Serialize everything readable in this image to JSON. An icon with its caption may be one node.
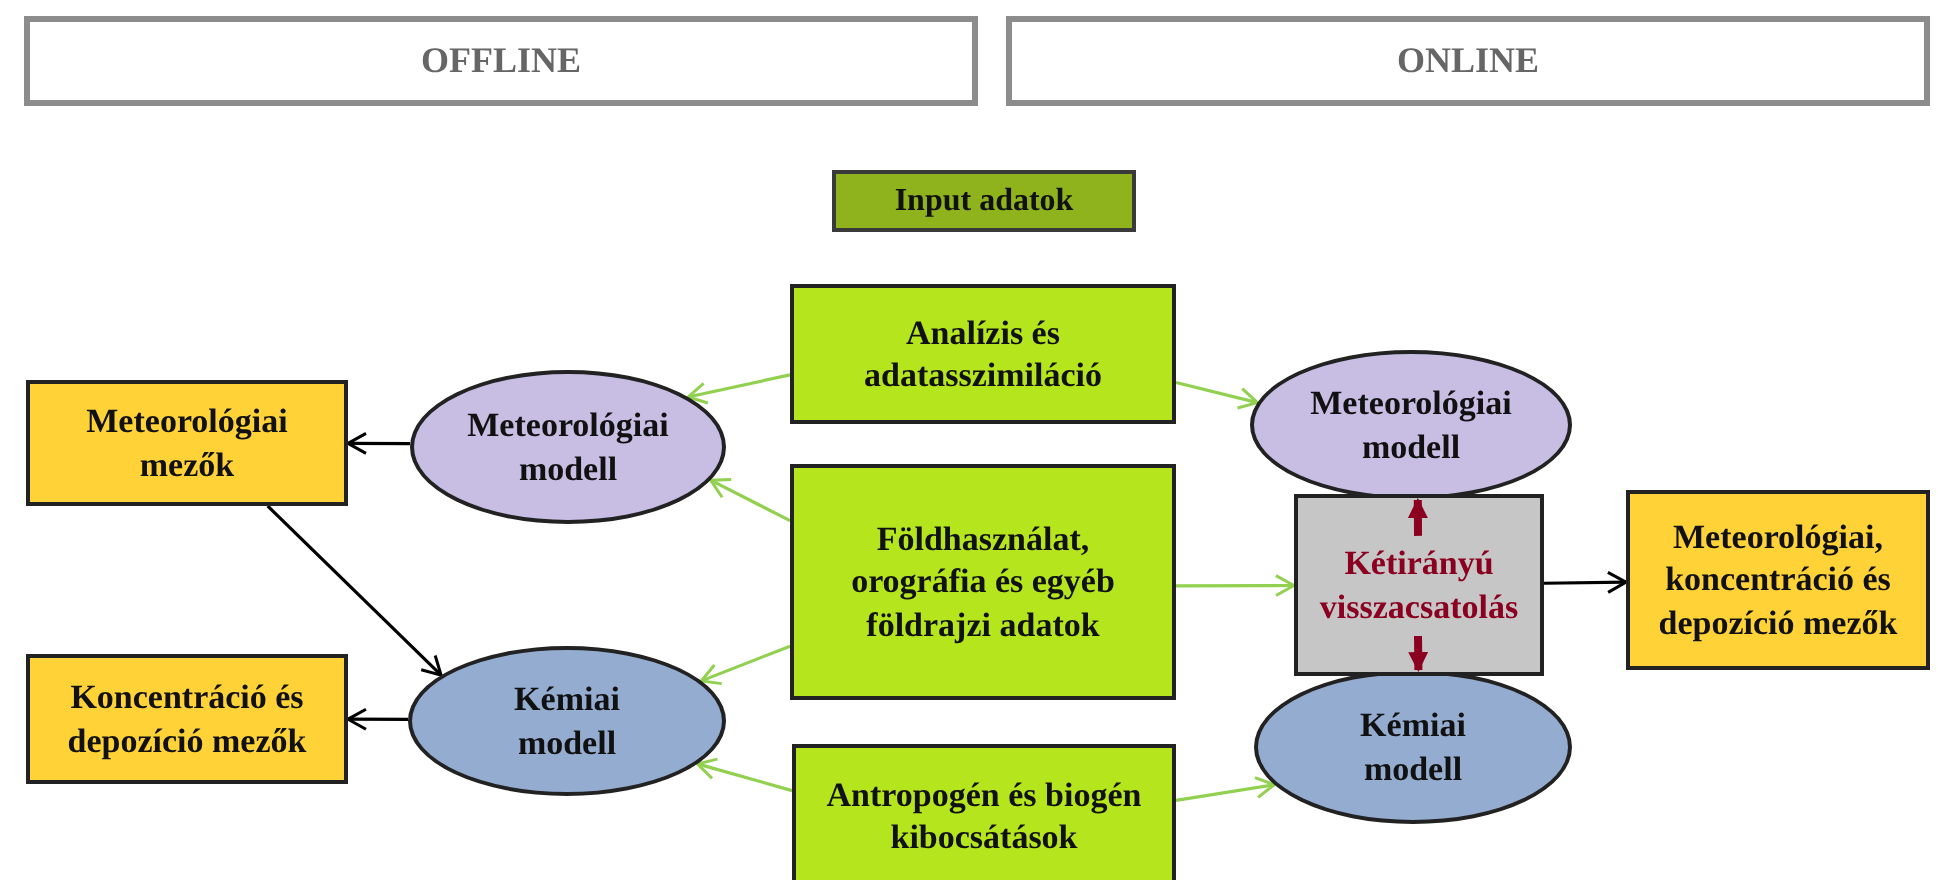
{
  "diagram": {
    "nodes": [
      {
        "text": [
          "OFFLINE"
        ]
      },
      {
        "text": [
          "ONLINE"
        ]
      },
      {
        "text": [
          "Input adatok"
        ]
      },
      {
        "text": [
          "Analízis és adatasszimiláció"
        ]
      },
      {
        "text": [
          "Földhasználat, orográfia és egyéb földrajzi adatok"
        ]
      },
      {
        "text": [
          "Antropogén és biogén kibocsátások"
        ]
      },
      {
        "text": [
          "Meteorológiai mezők"
        ]
      },
      {
        "text": [
          "Koncentráció és depozíció mezők"
        ]
      },
      {
        "text": [
          "Meteorológiai modell"
        ]
      },
      {
        "text": [
          "Kémiai modell"
        ]
      },
      {
        "text": [
          "Meteorológiai modell"
        ]
      },
      {
        "text": [
          "Kétirányú visszacsatolás"
        ]
      },
      {
        "text": [
          "Kémiai modell"
        ]
      },
      {
        "text": [
          "Meteorológiai, koncentráció és depozíció mezők"
        ]
      }
    ],
    "edges": [
      {
        "from": 3,
        "to": 8,
        "arrow": "to"
      },
      {
        "from": 4,
        "to": 8,
        "arrow": "to"
      },
      {
        "from": 4,
        "to": 9,
        "arrow": "to"
      },
      {
        "from": 5,
        "to": 9,
        "arrow": "to"
      },
      {
        "from": 3,
        "to": 10,
        "arrow": "to"
      },
      {
        "from": 4,
        "to": 11,
        "arrow": "to"
      },
      {
        "from": 5,
        "to": 12,
        "arrow": "to"
      },
      {
        "from": 8,
        "to": 6,
        "arrow": "to",
        "color": "#000000"
      },
      {
        "from": 9,
        "to": 7,
        "arrow": "to",
        "color": "#000000"
      },
      {
        "from": 6,
        "to": 9,
        "arrow": "to",
        "color": "#000000"
      },
      {
        "from": 11,
        "to": 13,
        "arrow": "to",
        "color": "#000000"
      },
      {
        "from": 11,
        "to": 10,
        "arrow": "to",
        "color": "#8b0020",
        "style": "thick"
      },
      {
        "from": 11,
        "to": 12,
        "arrow": "to",
        "color": "#8b0020",
        "style": "thick"
      }
    ]
  }
}
